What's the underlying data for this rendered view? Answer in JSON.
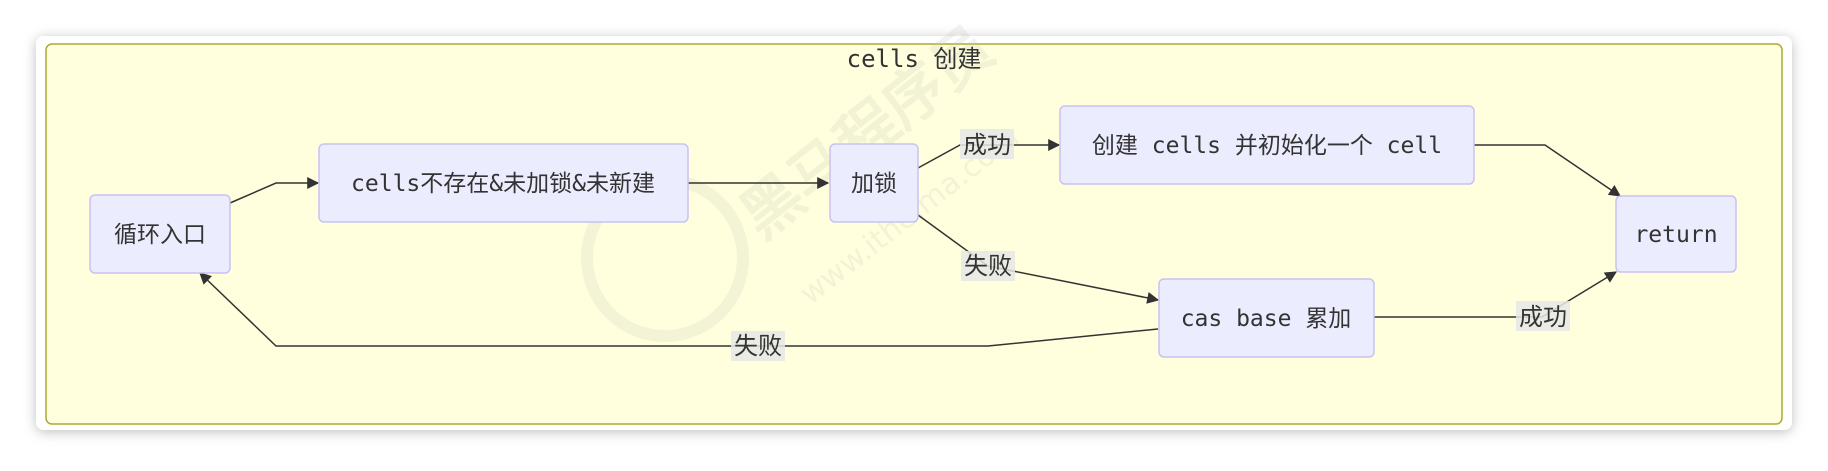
{
  "subgraph": {
    "title": "cells 创建"
  },
  "nodes": {
    "loop_entry": "循环入口",
    "check_cells": "cells不存在&未加锁&未新建",
    "lock": "加锁",
    "create_cells": "创建 cells 并初始化一个 cell",
    "cas_base": "cas base 累加",
    "return": "return"
  },
  "edges": {
    "lock_success": "成功",
    "lock_fail": "失败",
    "cas_success": "成功",
    "cas_fail": "失败"
  },
  "watermark": {
    "brand": "黑马程序员",
    "url": "www.itheima.com"
  },
  "colors": {
    "cluster_fill": "#ffffde",
    "cluster_stroke": "#aaaa33",
    "node_fill": "#ececff",
    "node_stroke": "#9370db",
    "edge": "#333333"
  }
}
